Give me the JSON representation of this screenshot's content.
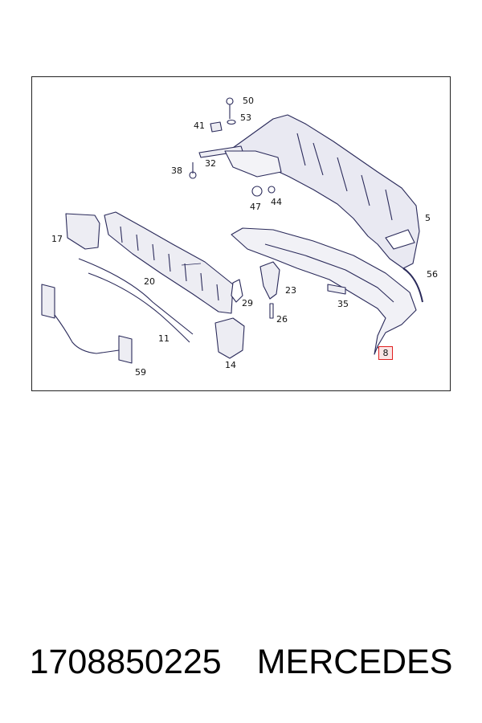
{
  "diagram": {
    "callouts": [
      {
        "id": "50",
        "label": "50"
      },
      {
        "id": "41",
        "label": "41"
      },
      {
        "id": "53",
        "label": "53"
      },
      {
        "id": "38",
        "label": "38"
      },
      {
        "id": "32",
        "label": "32"
      },
      {
        "id": "47",
        "label": "47"
      },
      {
        "id": "44",
        "label": "44"
      },
      {
        "id": "5",
        "label": "5"
      },
      {
        "id": "17",
        "label": "17"
      },
      {
        "id": "20",
        "label": "20"
      },
      {
        "id": "56",
        "label": "56"
      },
      {
        "id": "23",
        "label": "23"
      },
      {
        "id": "29",
        "label": "29"
      },
      {
        "id": "35",
        "label": "35"
      },
      {
        "id": "26",
        "label": "26"
      },
      {
        "id": "11",
        "label": "11"
      },
      {
        "id": "8",
        "label": "8",
        "highlighted": true
      },
      {
        "id": "14",
        "label": "14"
      },
      {
        "id": "59",
        "label": "59"
      }
    ],
    "highlight_color": "#e02020",
    "line_color": "#2a2a5a"
  },
  "caption": {
    "part_number": "1708850225",
    "brand": "MERCEDES"
  }
}
